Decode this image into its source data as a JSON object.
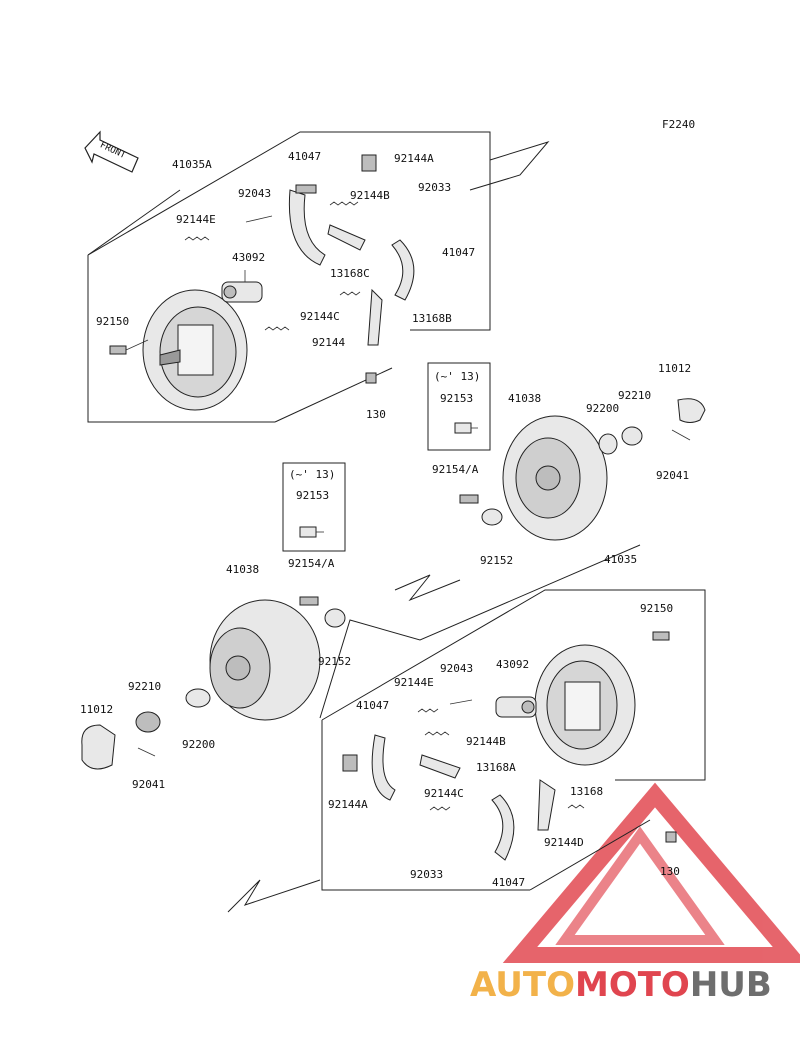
{
  "figure_code": "F2240",
  "front_arrow": "FRONT",
  "labels": {
    "a41035A": "41035A",
    "a41047_top": "41047",
    "a92144A_top": "92144A",
    "a92043_top": "92043",
    "a92144B_top": "92144B",
    "a92033_top": "92033",
    "a92144E_top": "92144E",
    "a43092_top": "43092",
    "a41047_right": "41047",
    "a13168C": "13168C",
    "a92150_top": "92150",
    "a92144C_top": "92144C",
    "a13168B": "13168B",
    "a92144_top": "92144",
    "a130_top": "130",
    "a_note1": "(~' 13)",
    "a92153_1": "92153",
    "a41038_r": "41038",
    "a11012_r": "11012",
    "a92200_r": "92200",
    "a92210_r": "92210",
    "a92154A_r": "92154/A",
    "a92041_r": "92041",
    "a92152_r": "92152",
    "a_note2": "(~' 13)",
    "a92153_2": "92153",
    "a92154A_l": "92154/A",
    "a41038_l": "41038",
    "a92152_l": "92152",
    "a41035": "41035",
    "a92150_b": "92150",
    "a92043_b": "92043",
    "a43092_b": "43092",
    "a92144E_b": "92144E",
    "a92210_l": "92210",
    "a11012_l": "11012",
    "a92200_l": "92200",
    "a92041_l": "92041",
    "a41047_b": "41047",
    "a92144B_b": "92144B",
    "a13168A": "13168A",
    "a92144A_b": "92144A",
    "a92144C_b": "92144C",
    "a13168": "13168",
    "a92144D": "92144D",
    "a92033_b": "92033",
    "a41047_b2": "41047",
    "a130_b": "130"
  },
  "watermark": {
    "part1": "AUTO",
    "part2": "MOTO",
    "part3": "HUB",
    "color1": "#f2b24a",
    "color2": "#e0454f",
    "color3": "#6e6e6e"
  }
}
